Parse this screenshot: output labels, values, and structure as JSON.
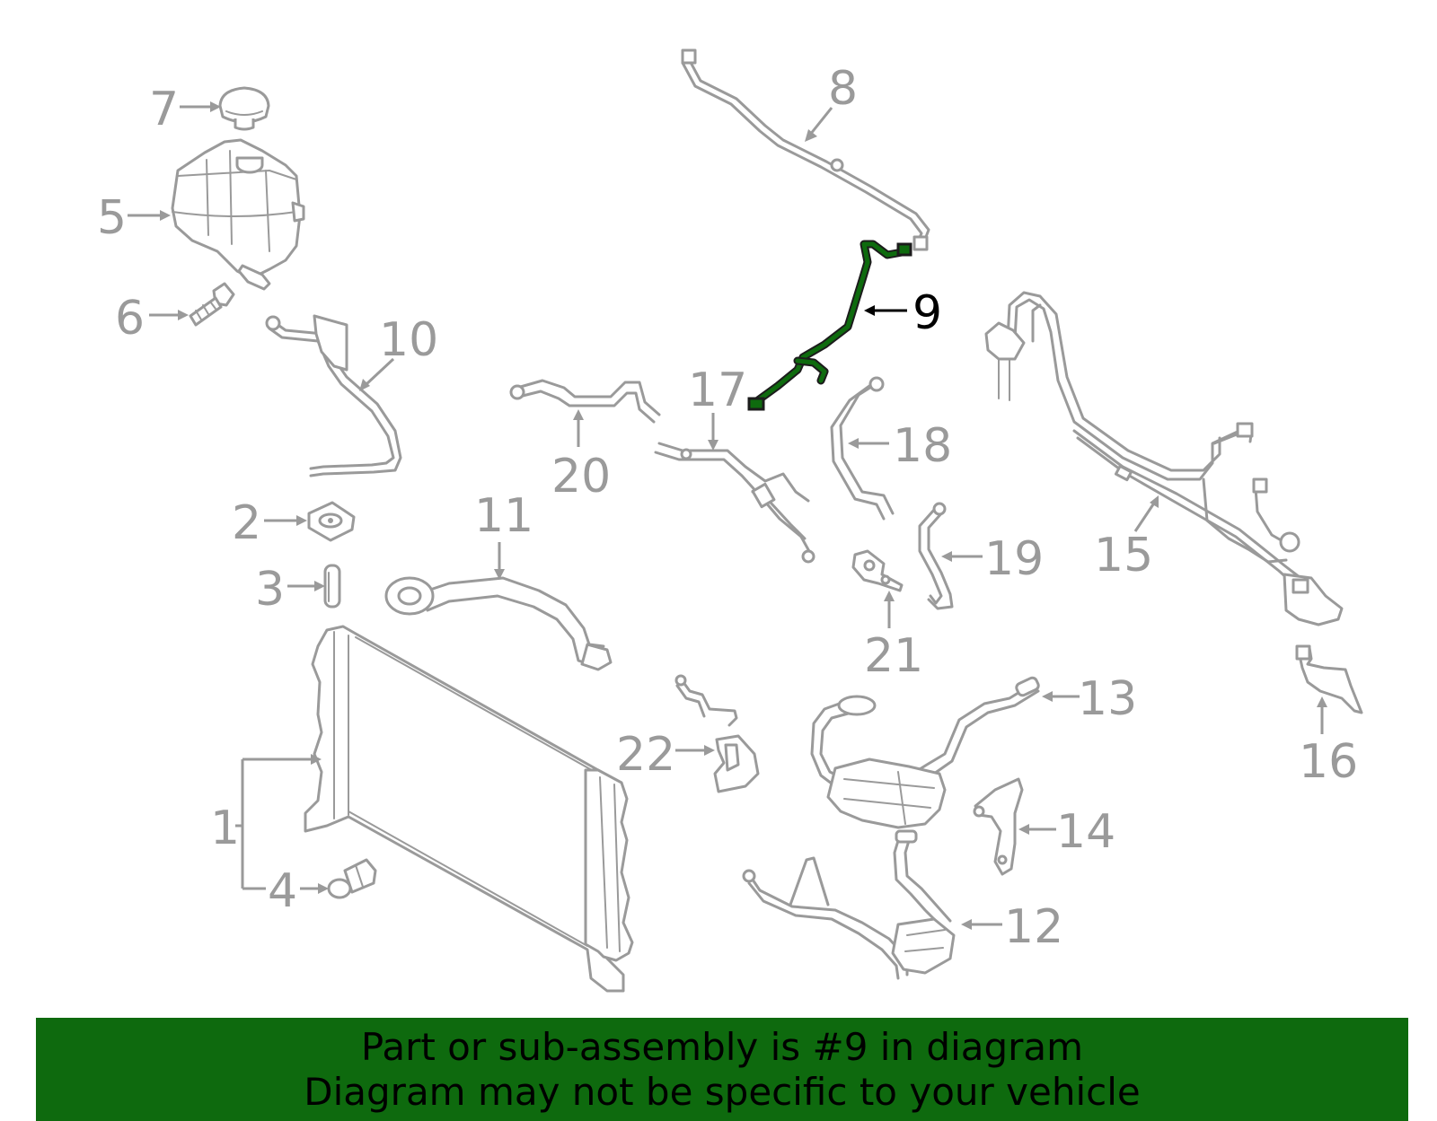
{
  "callouts": [
    {
      "id": "1",
      "label": "1"
    },
    {
      "id": "2",
      "label": "2"
    },
    {
      "id": "3",
      "label": "3"
    },
    {
      "id": "4",
      "label": "4"
    },
    {
      "id": "5",
      "label": "5"
    },
    {
      "id": "6",
      "label": "6"
    },
    {
      "id": "7",
      "label": "7"
    },
    {
      "id": "8",
      "label": "8"
    },
    {
      "id": "9",
      "label": "9"
    },
    {
      "id": "10",
      "label": "10"
    },
    {
      "id": "11",
      "label": "11"
    },
    {
      "id": "12",
      "label": "12"
    },
    {
      "id": "13",
      "label": "13"
    },
    {
      "id": "14",
      "label": "14"
    },
    {
      "id": "15",
      "label": "15"
    },
    {
      "id": "16",
      "label": "16"
    },
    {
      "id": "17",
      "label": "17"
    },
    {
      "id": "18",
      "label": "18"
    },
    {
      "id": "19",
      "label": "19"
    },
    {
      "id": "20",
      "label": "20"
    },
    {
      "id": "21",
      "label": "21"
    },
    {
      "id": "22",
      "label": "22"
    }
  ],
  "highlighted_part": "9",
  "colors": {
    "banner_bg": "#0e6a0e",
    "highlight": "#0e6b0e",
    "part_stroke": "#9a9a9a"
  },
  "banner": {
    "line1": "Part or sub-assembly is #9 in diagram",
    "line2": "Diagram may not be specific to your vehicle"
  }
}
